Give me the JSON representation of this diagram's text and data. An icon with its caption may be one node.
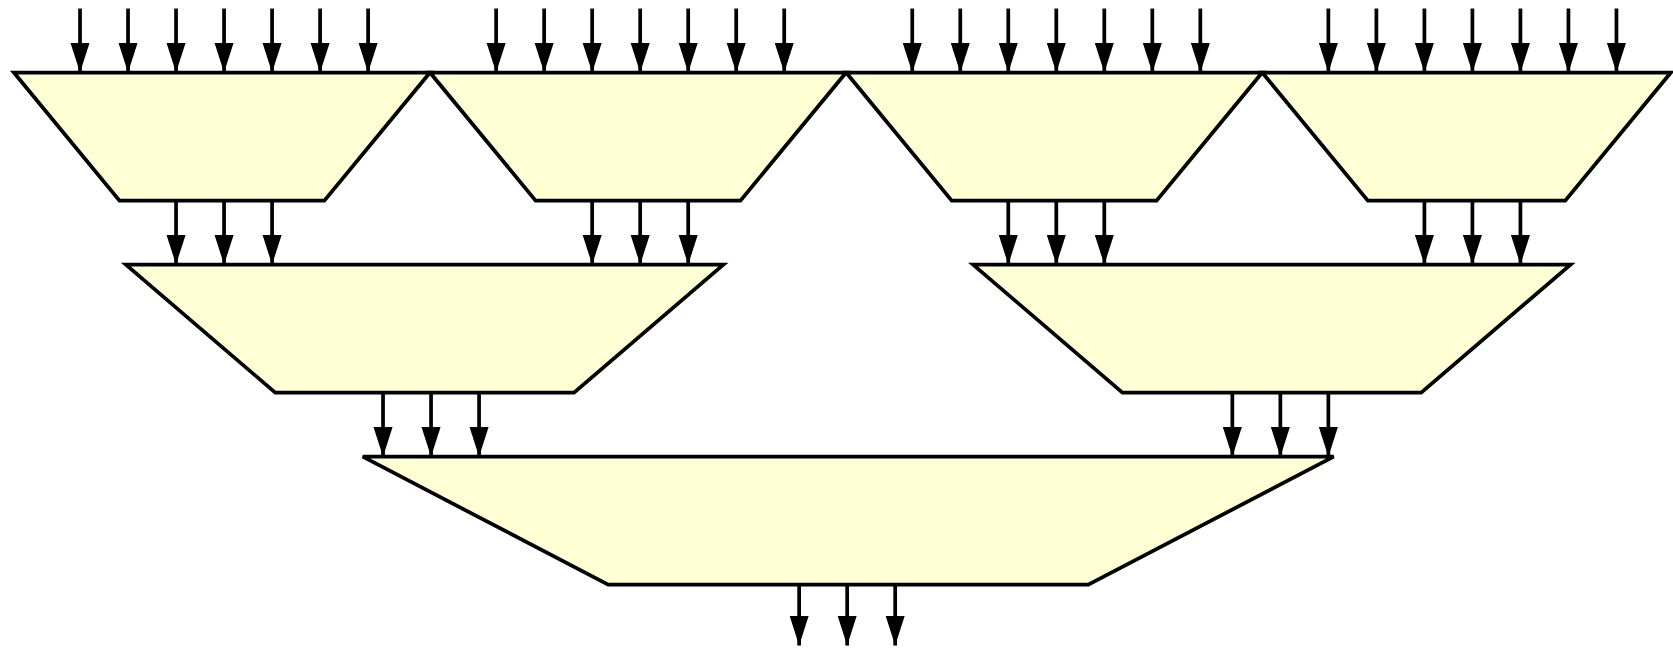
{
  "diagram": {
    "nodes": [
      {
        "text": [],
        "shape": "trapezoid"
      },
      {
        "text": [],
        "shape": "trapezoid"
      },
      {
        "text": [],
        "shape": "trapezoid"
      },
      {
        "text": [],
        "shape": "trapezoid"
      },
      {
        "text": [],
        "shape": "trapezoid"
      },
      {
        "text": [],
        "shape": "trapezoid"
      },
      {
        "text": [],
        "shape": "trapezoid"
      }
    ],
    "edges": [
      {
        "from": null,
        "to": 0,
        "arrow": "to"
      },
      {
        "from": null,
        "to": 0,
        "arrow": "to"
      },
      {
        "from": null,
        "to": 0,
        "arrow": "to"
      },
      {
        "from": null,
        "to": 0,
        "arrow": "to"
      },
      {
        "from": null,
        "to": 0,
        "arrow": "to"
      },
      {
        "from": null,
        "to": 0,
        "arrow": "to"
      },
      {
        "from": null,
        "to": 0,
        "arrow": "to"
      },
      {
        "from": null,
        "to": 1,
        "arrow": "to"
      },
      {
        "from": null,
        "to": 1,
        "arrow": "to"
      },
      {
        "from": null,
        "to": 1,
        "arrow": "to"
      },
      {
        "from": null,
        "to": 1,
        "arrow": "to"
      },
      {
        "from": null,
        "to": 1,
        "arrow": "to"
      },
      {
        "from": null,
        "to": 1,
        "arrow": "to"
      },
      {
        "from": null,
        "to": 1,
        "arrow": "to"
      },
      {
        "from": null,
        "to": 2,
        "arrow": "to"
      },
      {
        "from": null,
        "to": 2,
        "arrow": "to"
      },
      {
        "from": null,
        "to": 2,
        "arrow": "to"
      },
      {
        "from": null,
        "to": 2,
        "arrow": "to"
      },
      {
        "from": null,
        "to": 2,
        "arrow": "to"
      },
      {
        "from": null,
        "to": 2,
        "arrow": "to"
      },
      {
        "from": null,
        "to": 2,
        "arrow": "to"
      },
      {
        "from": null,
        "to": 3,
        "arrow": "to"
      },
      {
        "from": null,
        "to": 3,
        "arrow": "to"
      },
      {
        "from": null,
        "to": 3,
        "arrow": "to"
      },
      {
        "from": null,
        "to": 3,
        "arrow": "to"
      },
      {
        "from": null,
        "to": 3,
        "arrow": "to"
      },
      {
        "from": null,
        "to": 3,
        "arrow": "to"
      },
      {
        "from": null,
        "to": 3,
        "arrow": "to"
      },
      {
        "from": 0,
        "to": 4,
        "arrow": "to"
      },
      {
        "from": 0,
        "to": 4,
        "arrow": "to"
      },
      {
        "from": 0,
        "to": 4,
        "arrow": "to"
      },
      {
        "from": 1,
        "to": 4,
        "arrow": "to"
      },
      {
        "from": 1,
        "to": 4,
        "arrow": "to"
      },
      {
        "from": 1,
        "to": 4,
        "arrow": "to"
      },
      {
        "from": 2,
        "to": 5,
        "arrow": "to"
      },
      {
        "from": 2,
        "to": 5,
        "arrow": "to"
      },
      {
        "from": 2,
        "to": 5,
        "arrow": "to"
      },
      {
        "from": 3,
        "to": 5,
        "arrow": "to"
      },
      {
        "from": 3,
        "to": 5,
        "arrow": "to"
      },
      {
        "from": 3,
        "to": 5,
        "arrow": "to"
      },
      {
        "from": 4,
        "to": 6,
        "arrow": "to"
      },
      {
        "from": 4,
        "to": 6,
        "arrow": "to"
      },
      {
        "from": 4,
        "to": 6,
        "arrow": "to"
      },
      {
        "from": 5,
        "to": 6,
        "arrow": "to"
      },
      {
        "from": 5,
        "to": 6,
        "arrow": "to"
      },
      {
        "from": 5,
        "to": 6,
        "arrow": "to"
      },
      {
        "from": 6,
        "to": null,
        "arrow": "to"
      },
      {
        "from": 6,
        "to": null,
        "arrow": "to"
      },
      {
        "from": 6,
        "to": null,
        "arrow": "to"
      }
    ]
  }
}
